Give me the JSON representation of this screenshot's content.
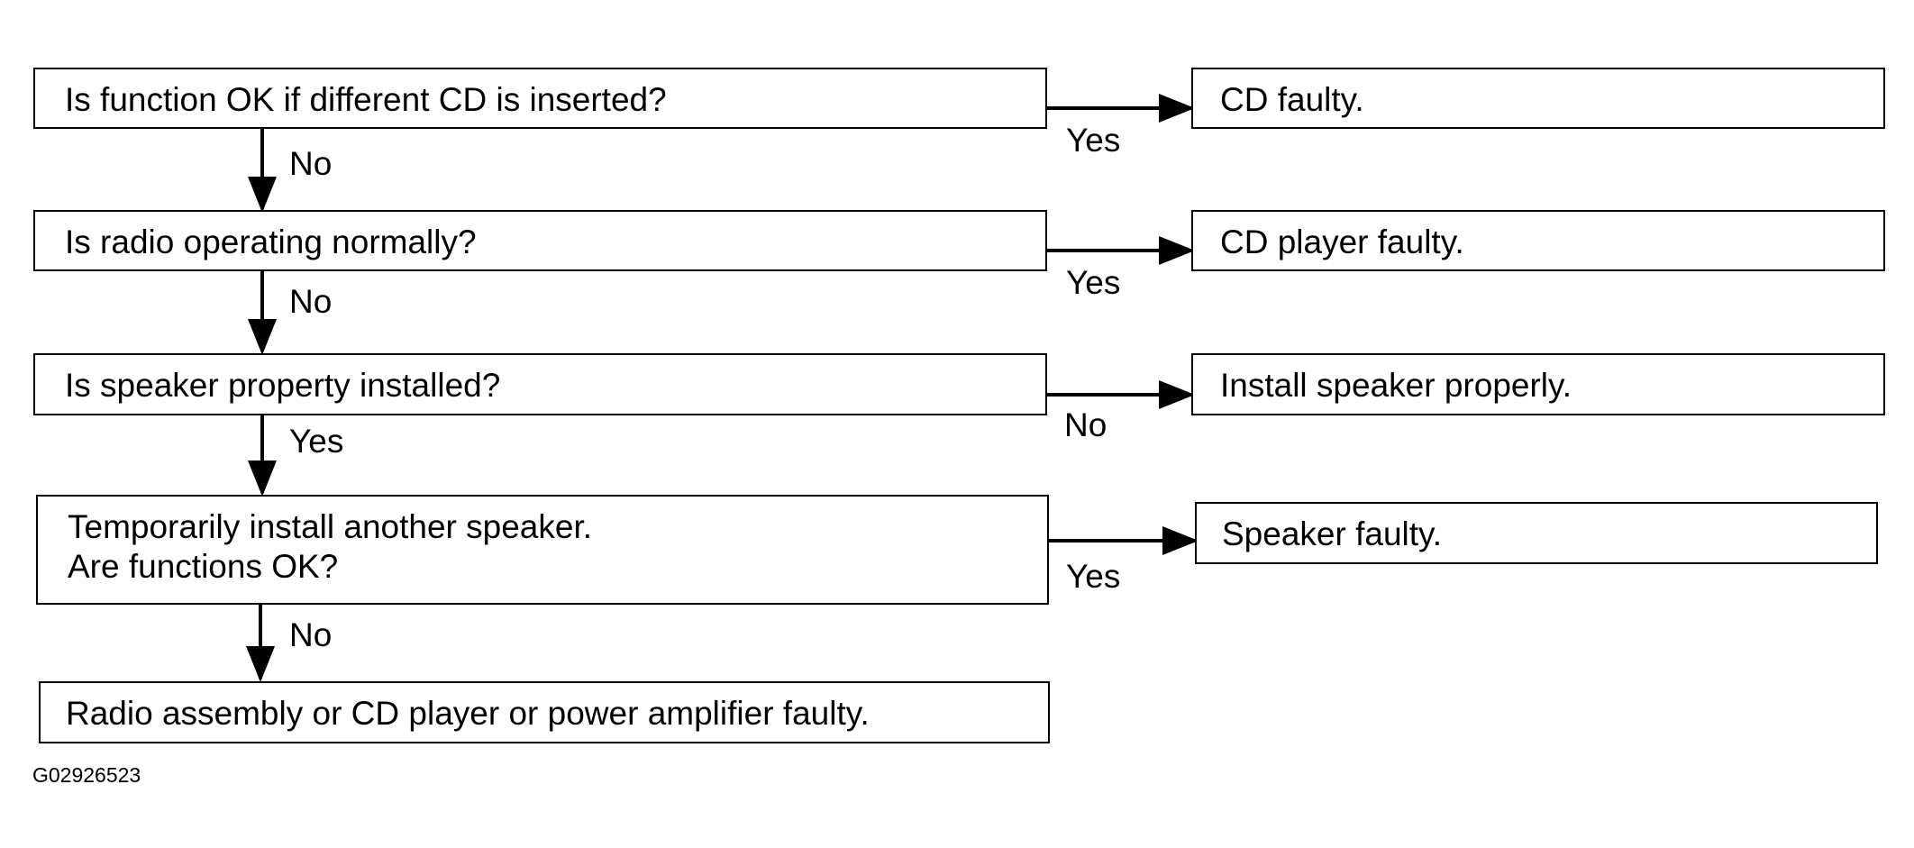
{
  "steps": [
    {
      "question": [
        "Is function OK if different CD is inserted?"
      ],
      "yes_result": "CD faulty.",
      "side_label": "Yes",
      "down_label": "No"
    },
    {
      "question": [
        "Is radio operating normally?"
      ],
      "yes_result": "CD player faulty.",
      "side_label": "Yes",
      "down_label": "No"
    },
    {
      "question": [
        "Is speaker property installed?"
      ],
      "yes_result": "Install speaker properly.",
      "side_label": "No",
      "down_label": "Yes"
    },
    {
      "question": [
        "Temporarily install another speaker.",
        "Are functions OK?"
      ],
      "yes_result": "Speaker faulty.",
      "side_label": "Yes",
      "down_label": "No"
    }
  ],
  "final_result": "Radio assembly or CD player or power amplifier faulty.",
  "figure_id": "G02926523"
}
